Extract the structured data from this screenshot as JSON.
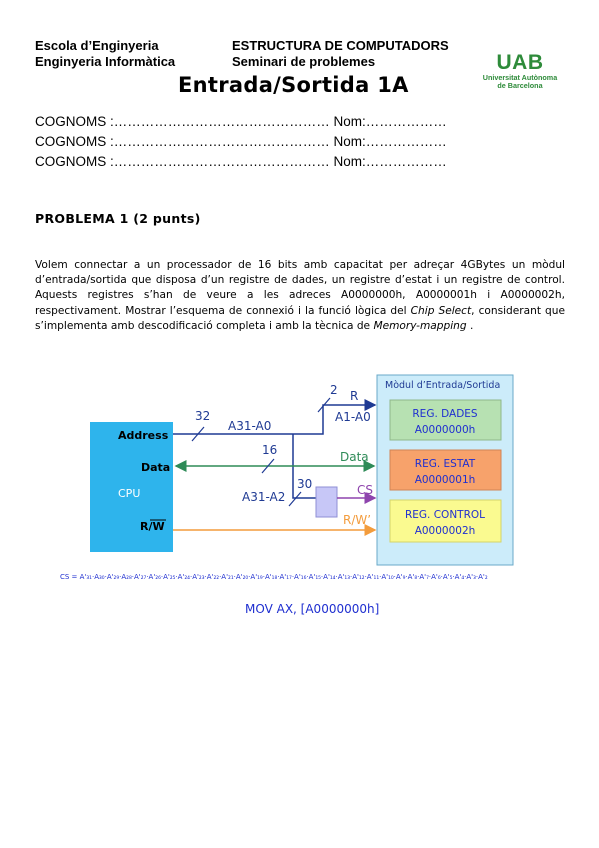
{
  "header": {
    "school": "Escola d’Enginyeria",
    "course": "ESTRUCTURA DE COMPUTADORS",
    "degree": "Enginyeria Informàtica",
    "seminar": "Seminari de problemes",
    "title": "Entrada/Sortida 1A",
    "logo_text": "UAB",
    "logo_sub1": "Universitat Autònoma",
    "logo_sub2": "de Barcelona",
    "logo_color": "#2e8b3a"
  },
  "name_lines": [
    {
      "surname_label": "COGNOMS :",
      "dots1": "…………………………………………",
      "name_label": "Nom:",
      "dots2": "………………"
    },
    {
      "surname_label": "COGNOMS :",
      "dots1": "…………………………………………",
      "name_label": "Nom:",
      "dots2": "………………"
    },
    {
      "surname_label": "COGNOMS :",
      "dots1": "…………………………………………",
      "name_label": "Nom:",
      "dots2": "………………"
    }
  ],
  "problem": {
    "heading": "PROBLEMA  1 (2 punts)",
    "p1": "Volem connectar a un processador de 16 bits amb capacitat per adreçar 4GBytes un mòdul d’entrada/sortida que disposa d’un registre de dades, un registre d’estat i un registre de control. Aquests registres s’han de veure a les adreces A0000000h, A0000001h i A0000002h, respectivament. Mostrar l’esquema de connexió i la funció lògica del ",
    "p1_italic": "Chip Select",
    "p2": ", considerant que s’implementa amb descodificació completa i amb la tècnica de ",
    "p2_italic": "Memory-mapping",
    "p3": " ."
  },
  "diagram": {
    "module_title": "Mòdul d’Entrada/Sortida",
    "cpu_label": "CPU",
    "address_label": "Address",
    "data_label": "Data",
    "rw_label": "R/W",
    "bus32": "32",
    "bus_a31_a0": "A31-A0",
    "bus16": "16",
    "bus2": "2",
    "r_label": "R",
    "a1_a0": "A1-A0",
    "data_bus_label": "Data",
    "a31_a2": "A31-A2",
    "bus30": "30",
    "cs_label": "CS",
    "rw_prime": "R/W’",
    "reg_data": "REG. DADES",
    "reg_data_addr": "A0000000h",
    "reg_status": "REG. ESTAT",
    "reg_status_addr": "A0000001h",
    "reg_control": "REG. CONTROL",
    "reg_control_addr": "A0000002h",
    "colors": {
      "cpu_fill": "#2eb4ec",
      "module_fill": "#ccecfa",
      "reg_data_fill": "#b7e1b2",
      "reg_status_fill": "#f7a26b",
      "reg_control_fill": "#fafa90",
      "address_line": "#1f3a93",
      "data_line": "#2e8b57",
      "cs_line": "#8e44ad",
      "rw_line": "#f39c3c",
      "decoder_fill": "#c7c7f7"
    }
  },
  "cs_equation": "CS = A'₃₁·A₃₀·A'₂₉·A₂₈·A'₂₇·A'₂₆·A'₂₅·A'₂₄·A'₂₃·A'₂₂·A'₂₁·A'₂₀·A'₁₉·A'₁₈·A'₁₇·A'₁₆·A'₁₅·A'₁₄·A'₁₃·A'₁₂·A'₁₁·A'₁₀·A'₉·A'₈·A'₇·A'₆·A'₅·A'₄·A'₃·A'₂",
  "instruction": "MOV AX, [A0000000h]"
}
